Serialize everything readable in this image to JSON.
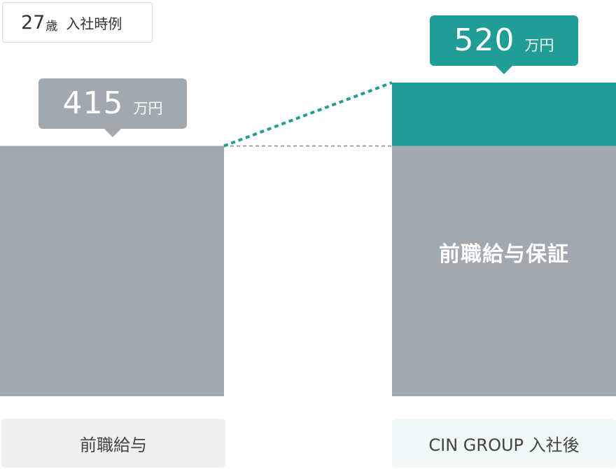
{
  "badge": {
    "age": "27",
    "sai": "歳",
    "text": "入社時例"
  },
  "chart_data": {
    "type": "bar",
    "unit": "万円",
    "categories": [
      "前職給与",
      "CIN GROUP 入社後"
    ],
    "series": [
      {
        "name": "前職給与保証",
        "values": [
          415,
          415
        ]
      },
      {
        "values": [
          0,
          105
        ]
      }
    ],
    "totals": [
      415,
      520
    ],
    "value_labels": [
      "415",
      "520"
    ],
    "inside_label": "前職給与保証",
    "colors": {
      "base": "#a1a9ae",
      "increase": "#1f9d96",
      "label_bg_left": "#f0f0f0",
      "label_bg_right": "#f0f8f8"
    }
  }
}
